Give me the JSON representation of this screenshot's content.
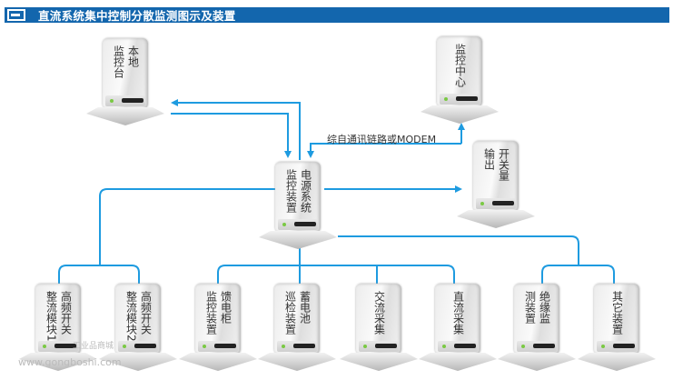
{
  "header": {
    "title": "直流系统集中控制分散监测图示及装置",
    "icon": "enter-box-icon"
  },
  "link_label": "综自通讯链路或MODEM",
  "colors": {
    "title_bar": "#1366ad",
    "line": "#1e9be0",
    "led": "#7ac943"
  },
  "nodes": [
    {
      "id": "local-console",
      "columns": [
        "本地",
        "监控台"
      ]
    },
    {
      "id": "monitoring-center",
      "columns": [
        "监控中心"
      ]
    },
    {
      "id": "switch-output",
      "columns": [
        "开关量",
        "输出"
      ]
    },
    {
      "id": "power-system-monitor",
      "columns": [
        "电源系统",
        "监控装置"
      ]
    },
    {
      "id": "rectifier-module-1",
      "columns": [
        "高频开关",
        "整流模块1"
      ]
    },
    {
      "id": "rectifier-module-2",
      "columns": [
        "高频开关",
        "整流模块2"
      ]
    },
    {
      "id": "feeder-cabinet-monitor",
      "columns": [
        "馈电柜",
        "监控装置"
      ]
    },
    {
      "id": "battery-inspection",
      "columns": [
        "蓄电池",
        "巡检装置"
      ]
    },
    {
      "id": "ac-sampling",
      "columns": [
        "交流采集"
      ]
    },
    {
      "id": "dc-sampling",
      "columns": [
        "直流采集"
      ]
    },
    {
      "id": "insulation-monitor",
      "columns": [
        "绝缘监",
        "测装置"
      ]
    },
    {
      "id": "other-devices",
      "columns": [
        "其它装置"
      ]
    }
  ],
  "watermark": {
    "site": "www.gongboshi.com",
    "tagline": "工业品商城"
  }
}
